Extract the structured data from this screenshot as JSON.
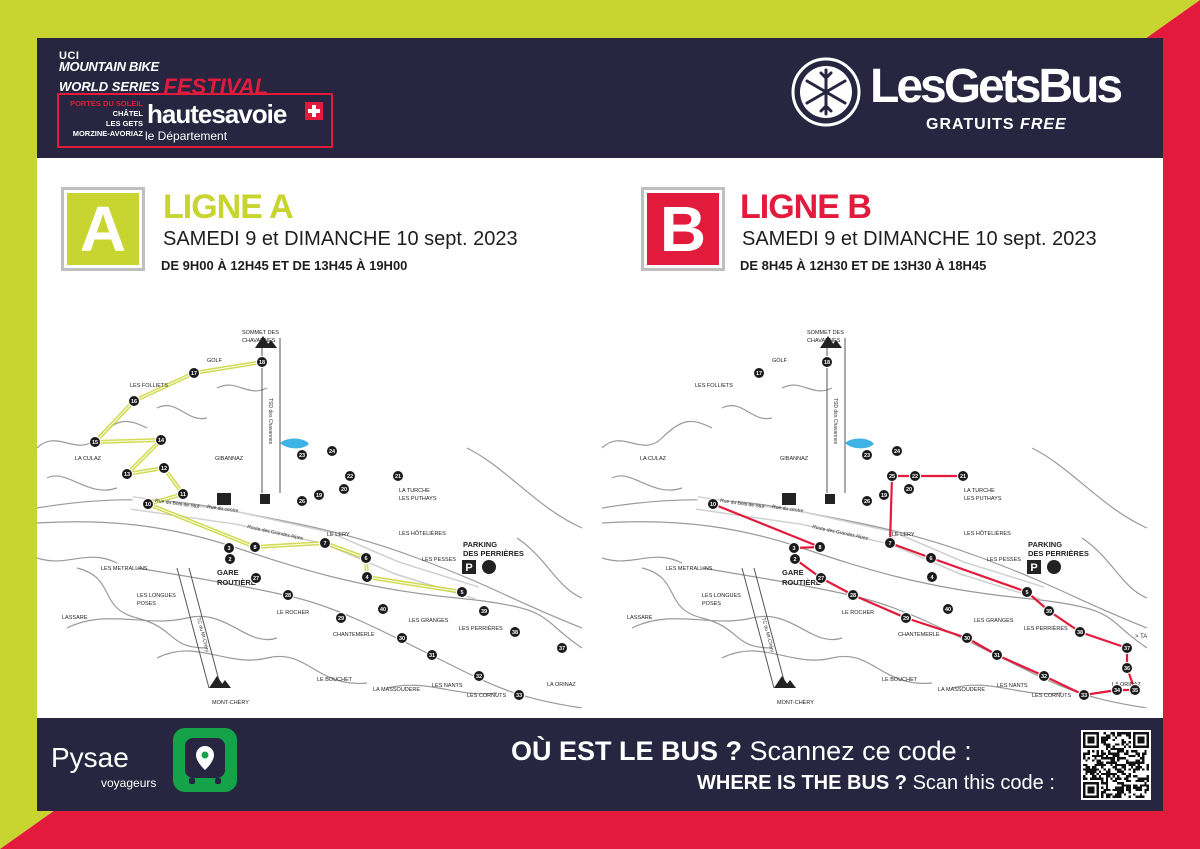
{
  "frame": {
    "accent_left": "#c8d42f",
    "accent_right": "#e21b3c",
    "navy": "#27253f"
  },
  "festival": {
    "uci": "UCI",
    "line1": "MOUNTAIN BIKE",
    "line2": "WORLD SERIES",
    "festival": "FESTIVAL",
    "portes": "PORTES DU SOLEIL",
    "chatel": "CHÂTEL",
    "lesgets": "LES GETS",
    "morzine": "MORZINE-AVORIAZ",
    "brand": "hautesavoie",
    "department": "le Département"
  },
  "bus": {
    "title": "LesGetsBus",
    "subtitle_fr": "GRATUITS",
    "subtitle_en": "FREE"
  },
  "lines": [
    {
      "letter": "A",
      "title": "LIGNE A",
      "date": "SAMEDI 9 et DIMANCHE 10 sept.  2023",
      "hours": "DE 9H00 À 12H45 ET DE 13H45 À 19H00",
      "color": "#c8d42f"
    },
    {
      "letter": "B",
      "title": "LIGNE B",
      "date": "SAMEDI 9 et DIMANCHE 10 sept.  2023",
      "hours": "DE 8H45 À 12H30 ET DE 13H30 À 18H45",
      "color": "#e21b3c"
    }
  ],
  "map_labels": {
    "sommet": "SOMMET DES",
    "chavannes": "CHAVANNES",
    "golf": "GOLF",
    "folliets": "LES FOLLIETS",
    "culaz": "LA CULAZ",
    "gibannaz": "GIBANNAZ",
    "turche1": "LA TURCHE",
    "turche2": "LES PUTHAYS",
    "leery": "LE LERY",
    "hotelieres": "LES HÔTELIÈRES",
    "pesses": "LES PESSES",
    "parking1": "PARKING",
    "parking2": "DES PERRIÈRES",
    "gare1": "GARE",
    "gare2": "ROUTIÈRE",
    "metrallins": "LES METRALLINS",
    "longues1": "LES LONGUES",
    "longues2": "POSES",
    "lassare": "LASSARE",
    "rocher": "LE ROCHER",
    "granges": "LES GRANGES",
    "perrieres": "LES PERRIÈRES",
    "chantemerle": "CHANTEMERLE",
    "bouchet": "LE BOUCHET",
    "massoudere": "LA MASSOUDERE",
    "nants": "LES NANTS",
    "cornuts": "LES CORNUTS",
    "orinaz": "LA ORINAZ",
    "montchery": "MONT-CHÉRY",
    "tsd": "TSD des Chavannes",
    "tc": "TC du Mt-Chéry",
    "rue1": "Rue du Bois de Stuf",
    "rue2": "Rue du centre",
    "rue3": "Route des Grandes Alpes",
    "tani": "> TAN"
  },
  "line_a_stops": [
    "2",
    "3",
    "4",
    "5",
    "6",
    "7",
    "8",
    "10",
    "11",
    "12",
    "13",
    "14",
    "15",
    "16",
    "17",
    "18",
    "19",
    "20",
    "21",
    "22",
    "23",
    "24",
    "26",
    "27",
    "28",
    "29",
    "30",
    "31",
    "32",
    "33",
    "37",
    "38",
    "39",
    "40"
  ],
  "line_b_stops": [
    "2",
    "3",
    "4",
    "5",
    "6",
    "7",
    "8",
    "10",
    "17",
    "18",
    "19",
    "20",
    "21",
    "22",
    "23",
    "24",
    "25",
    "26",
    "27",
    "28",
    "29",
    "30",
    "31",
    "32",
    "33",
    "34",
    "35",
    "36",
    "37",
    "38",
    "39",
    "40"
  ],
  "footer": {
    "app_name": "Pysae",
    "app_sub": "voyageurs",
    "where_fr_bold": "OÙ EST LE BUS ?",
    "where_fr": "Scannez ce code :",
    "where_en_bold": "WHERE IS THE BUS ?",
    "where_en": "Scan this code :"
  }
}
